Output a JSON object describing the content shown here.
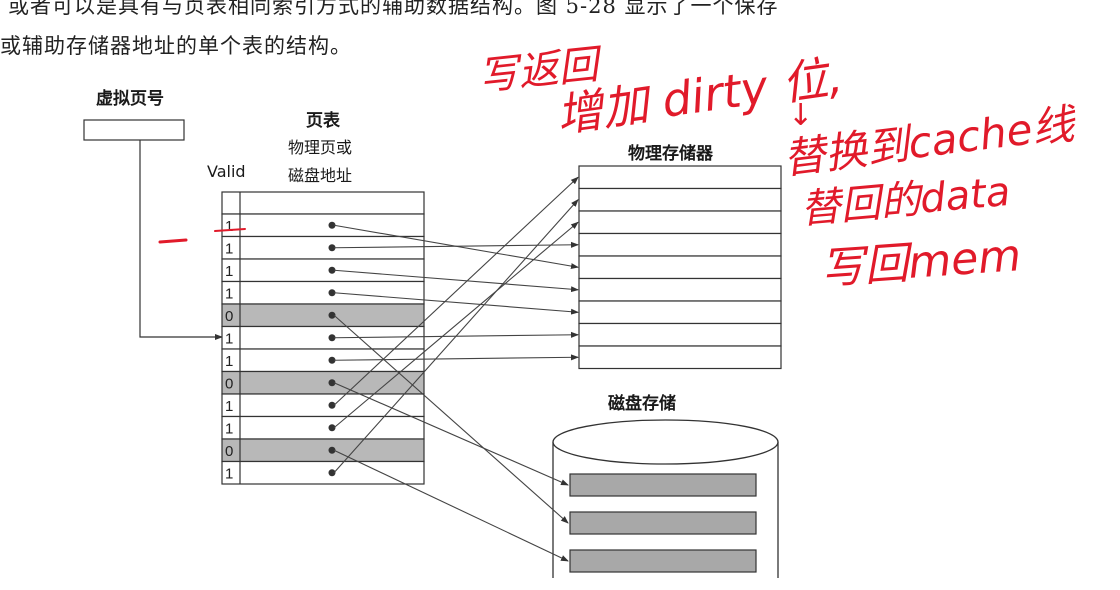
{
  "book_text": {
    "line1": "或者可以是具有与页表相同索引方式的辅助数据结构。图 5-28 显示了一个保存",
    "line2": "或辅助存储器地址的单个表的结构。"
  },
  "figure": {
    "virtual_page_label": "虚拟页号",
    "page_table_title": "页表",
    "page_table_subtitle_1": "物理页或",
    "page_table_subtitle_2": "磁盘地址",
    "valid_label": "Valid",
    "physical_memory_label": "物理存储器",
    "disk_storage_label": "磁盘存储",
    "valid_bits": [
      "1",
      "1",
      "1",
      "1",
      "0",
      "1",
      "1",
      "0",
      "1",
      "1",
      "0",
      "1"
    ]
  },
  "annotations": {
    "line1": "写返回",
    "line2": "增加 dirty 位,",
    "arrow": "↓",
    "line3": "替换到cache线",
    "line4": "替回的data",
    "line5": "写回mem",
    "dash": "–"
  },
  "colors": {
    "invalid_row": "#b8b8b8",
    "disk_block": "#a8a8a8",
    "ink": "#e11a2a"
  }
}
